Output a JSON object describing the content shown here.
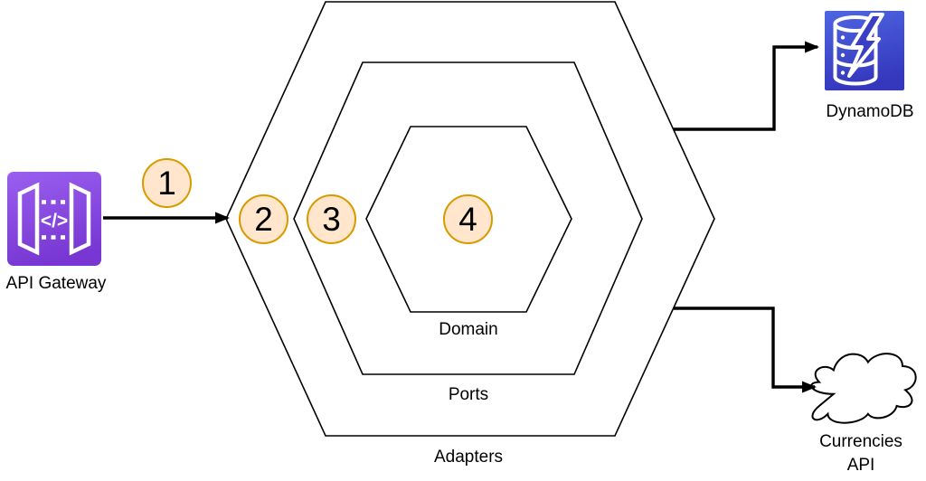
{
  "hexagons": {
    "outer": {
      "label": "Adapters"
    },
    "middle": {
      "label": "Ports"
    },
    "inner": {
      "label": "Domain"
    }
  },
  "steps": [
    "1",
    "2",
    "3",
    "4"
  ],
  "nodes": {
    "api_gateway": {
      "label": "API Gateway",
      "glyph": "</>",
      "icon": "api-gateway-icon"
    },
    "dynamodb": {
      "label": "DynamoDB",
      "icon": "dynamodb-icon"
    },
    "currencies_api": {
      "label_line1": "Currencies",
      "label_line2": "API",
      "icon": "cloud-icon"
    }
  },
  "colors": {
    "background": "#FFFFFF",
    "line": "#000000",
    "step_fill": "#FFE6CC",
    "step_stroke": "#D79B00",
    "api_gateway_gradient_top": "#9A5FEF",
    "api_gateway_gradient_bottom": "#7837D2",
    "dynamodb_gradient_top": "#4E66E2",
    "dynamodb_gradient_bottom": "#3537BC",
    "dynamodb_bolt_fill": "#3B3FC4"
  }
}
